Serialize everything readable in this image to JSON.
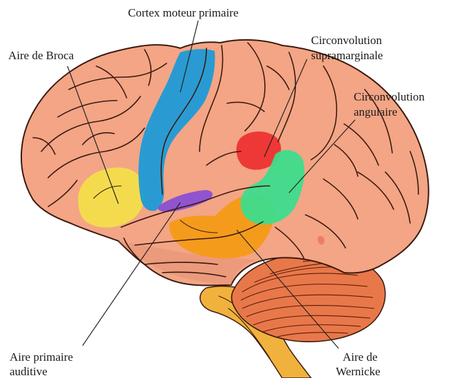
{
  "labels": {
    "motor_cortex": "Cortex moteur primaire",
    "broca": "Aire de Broca",
    "supramarginal_line1": "Circonvolution",
    "supramarginal_line2": "supramarginale",
    "angular_line1": "Circonvolution",
    "angular_line2": "angulaire",
    "auditory_line1": "Aire primaire",
    "auditory_line2": "auditive",
    "wernicke_line1": "Aire de",
    "wernicke_line2": "Wernicke"
  },
  "colors": {
    "cortex": "#f3a585",
    "cortex_shadow": "#e28f6e",
    "outline": "#3a1a10",
    "motor_cortex": "#1e9ad6",
    "broca": "#f4e04a",
    "supramarginal": "#ee2f2f",
    "angular": "#3ddc8c",
    "auditory": "#8a4fd3",
    "wernicke": "#f59a14",
    "cerebellum": "#e8784a",
    "brainstem": "#f0b23c"
  }
}
